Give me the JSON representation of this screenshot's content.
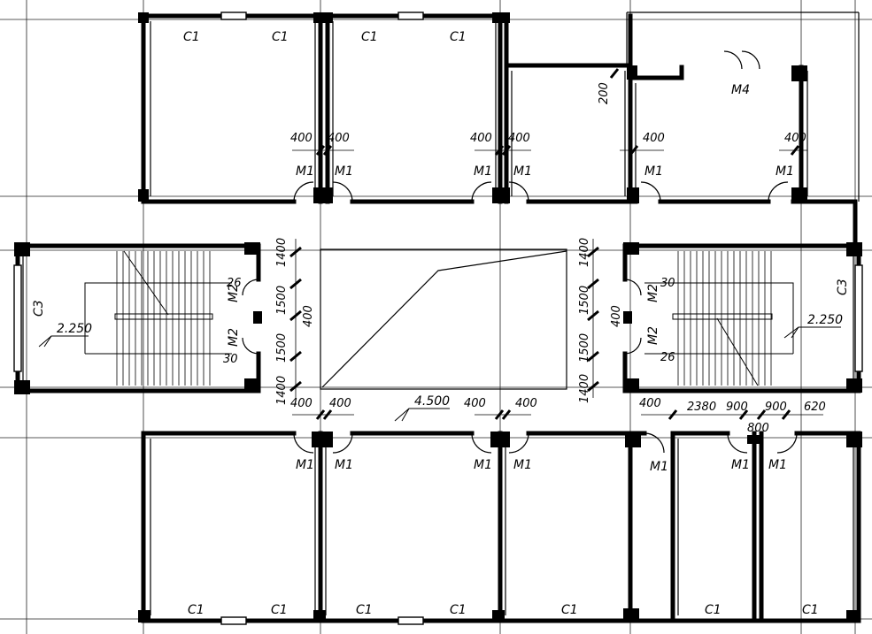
{
  "windows": {
    "c1_top": [
      "C1",
      "C1",
      "C1",
      "C1"
    ],
    "c1_bottom": [
      "C1",
      "C1",
      "C1",
      "C1",
      "C1",
      "C1",
      "C1"
    ],
    "c3_left": "C3",
    "c3_right": "C3"
  },
  "doors": {
    "m1_top": [
      "M1",
      "M1",
      "M1",
      "M1",
      "M1",
      "M1"
    ],
    "m1_bottom": [
      "M1",
      "M1",
      "M1",
      "M1",
      "M1",
      "M1",
      "M1"
    ],
    "m2": [
      "M2",
      "M2",
      "M2",
      "M2"
    ],
    "m4": "M4"
  },
  "dimensions": {
    "top_row": [
      "400",
      "400",
      "400",
      "400",
      "400",
      "400"
    ],
    "bottom_row": [
      "400",
      "400",
      "400",
      "400",
      "400",
      "2380",
      "900",
      "900",
      "620",
      "800"
    ],
    "wall_200": "200",
    "left_vertical": [
      "1400",
      "1500",
      "400",
      "1500",
      "1400"
    ],
    "right_vertical": [
      "1400",
      "1500",
      "400",
      "1500",
      "1400"
    ]
  },
  "stairs": {
    "left_upper_riser": "26",
    "left_lower_riser": "30",
    "right_upper_riser": "30",
    "right_lower_riser": "26"
  },
  "levels": {
    "left_landing": "2.250",
    "right_landing": "2.250",
    "corridor": "4.500"
  }
}
